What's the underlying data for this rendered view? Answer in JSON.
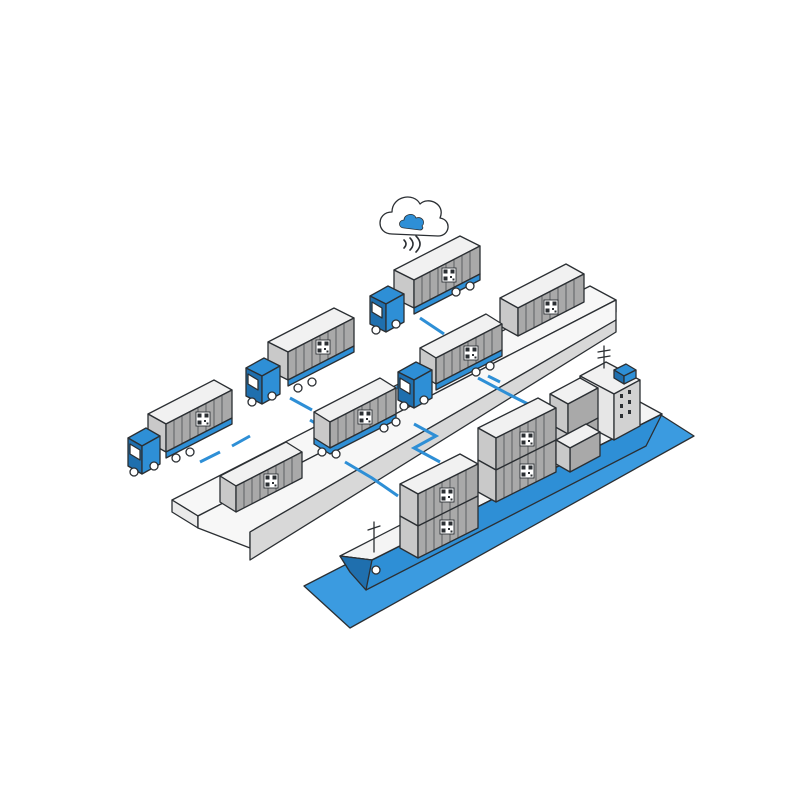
{
  "palette": {
    "accent": "#2e8fd6",
    "accent_dark": "#1f6fae",
    "water": "#3b9be0",
    "container_top": "#f1f1f1",
    "container_front": "#c9c9c9",
    "container_side": "#a9a9a9",
    "ink": "#2b2f33",
    "dock": "#f7f7f7"
  },
  "icons": {
    "cloud": "cloud-icon",
    "signal": "wireless-signal-icon",
    "qr": "qr-code-icon"
  },
  "scene": {
    "trucks": 5,
    "stacked_containers": 3,
    "ship_containers": 6
  }
}
